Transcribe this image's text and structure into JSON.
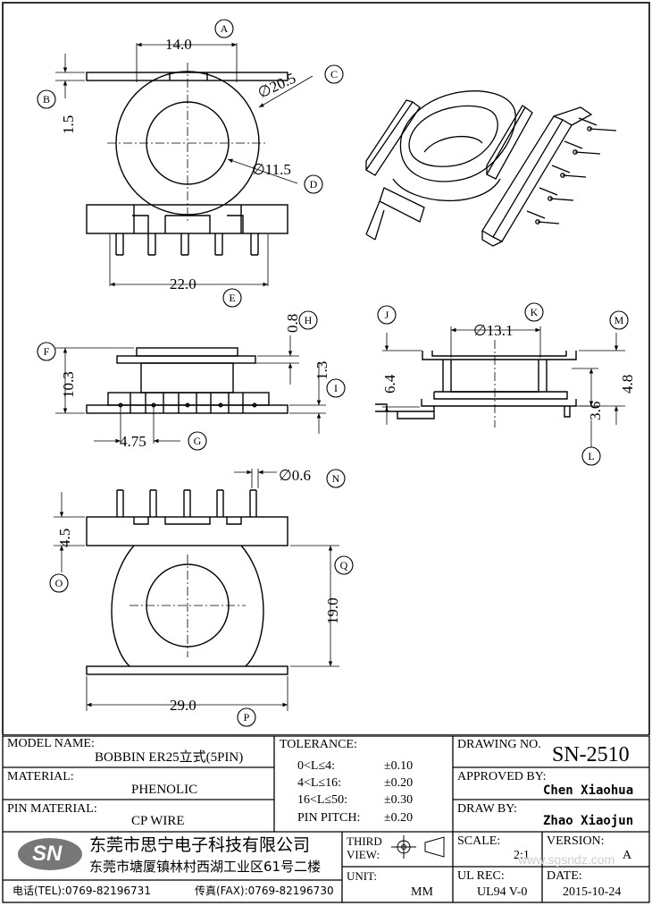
{
  "drawing": {
    "dims": {
      "a": "14.0",
      "b": "1.5",
      "c": "∅20.5",
      "d": "∅11.5",
      "e": "22.0",
      "f": "10.3",
      "h": "0.8",
      "i": "1.3",
      "g": "4.75",
      "k": "∅13.1",
      "j": "6.4",
      "m": "4.8",
      "l": "3.6",
      "n": "∅0.6",
      "o": "4.5",
      "q": "19.0",
      "p": "29.0"
    },
    "callouts": [
      "A",
      "B",
      "C",
      "D",
      "E",
      "F",
      "G",
      "H",
      "I",
      "J",
      "K",
      "L",
      "M",
      "N",
      "O",
      "P",
      "Q"
    ],
    "watermark": "www.sgsndz.com"
  },
  "titleblock": {
    "model_label": "MODEL NAME:",
    "model_value": "BOBBIN ER25立式(5PIN)",
    "material_label": "MATERIAL:",
    "material_value": "PHENOLIC",
    "pin_label": "PIN MATERIAL:",
    "pin_value": "CP WIRE",
    "tolerance_label": "TOLERANCE:",
    "tol_rows": [
      {
        "range": "0<L≤4:",
        "value": "±0.10"
      },
      {
        "range": "4<L≤16:",
        "value": "±0.20"
      },
      {
        "range": "16<L≤50:",
        "value": "±0.30"
      },
      {
        "range": "PIN PITCH:",
        "value": "±0.20"
      }
    ],
    "drawing_no_label": "DRAWING NO.",
    "drawing_no": "SN-2510",
    "approved_label": "APPROVED BY:",
    "approved": "Chen Xiaohua",
    "draw_label": "DRAW BY:",
    "draw": "Zhao Xiaojun",
    "third_label1": "THIRD",
    "third_label2": "VIEW:",
    "scale_label": "SCALE:",
    "scale": "2:1",
    "version_label": "VERSION:",
    "version": "A",
    "unit_label": "UNIT:",
    "unit": "MM",
    "ulrec_label": "UL REC:",
    "ulrec": "UL94 V-0",
    "date_label": "DATE:",
    "date": "2015-10-24",
    "logo": "SN",
    "company": "东莞市思宁电子科技有限公司",
    "address": "东莞市塘厦镇林村西湖工业区61号二楼",
    "tel": "电话(TEL):0769-82196731",
    "fax": "传真(FAX):0769-82196730"
  }
}
